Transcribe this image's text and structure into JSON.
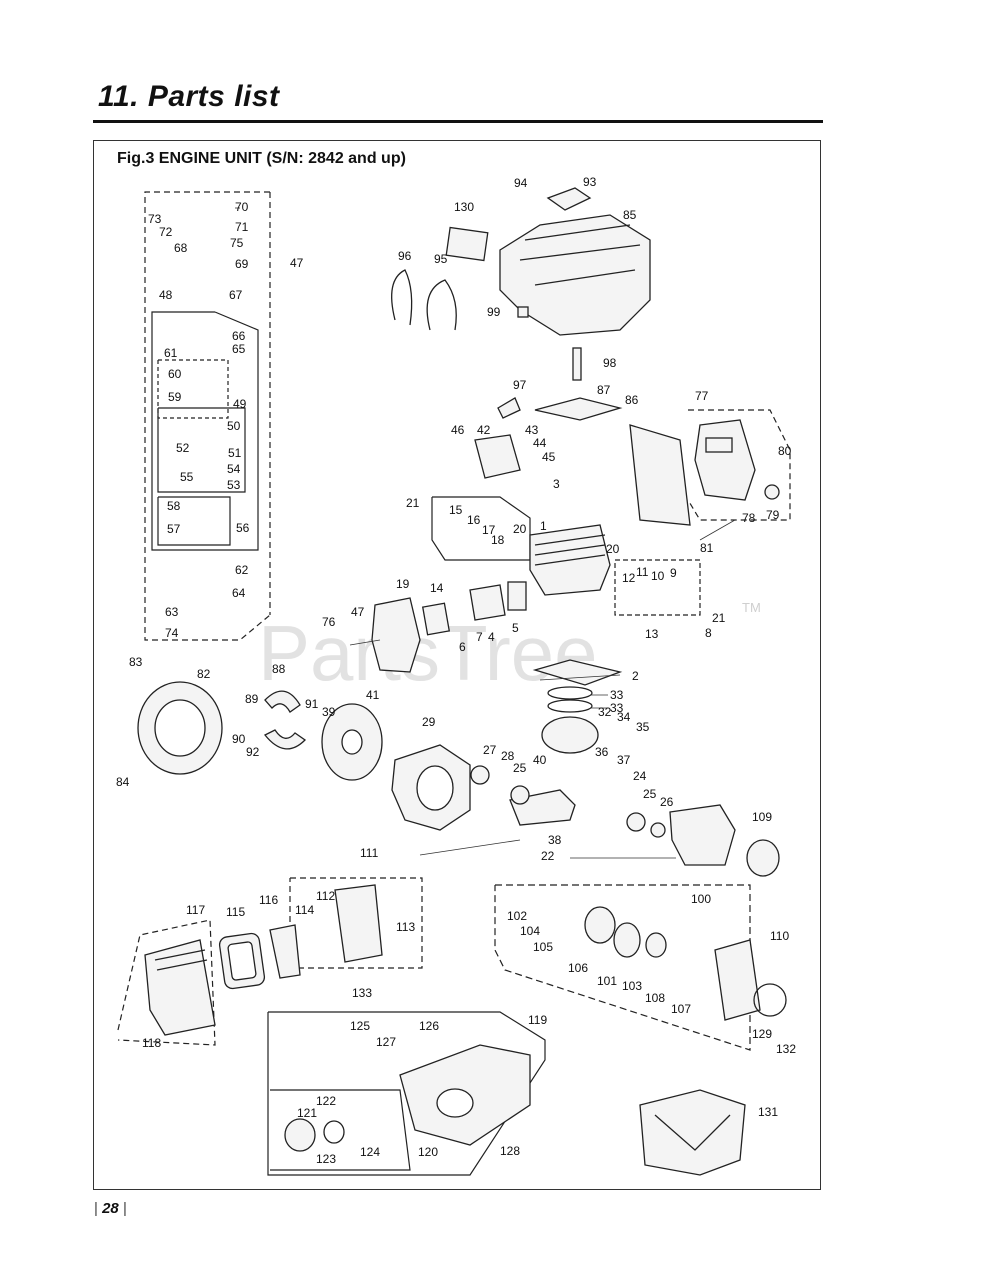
{
  "header": {
    "title": "11. Parts list"
  },
  "figure": {
    "caption": "Fig.3 ENGINE UNIT  (S/N: 2842 and up)",
    "watermark": "PartsTree",
    "watermark_tm": "TM",
    "labels": [
      "1",
      "2",
      "3",
      "4",
      "5",
      "6",
      "7",
      "8",
      "9",
      "10",
      "11",
      "12",
      "13",
      "14",
      "15",
      "16",
      "17",
      "18",
      "19",
      "20",
      "20",
      "21",
      "21",
      "22",
      "24",
      "25",
      "25",
      "26",
      "27",
      "28",
      "29",
      "32",
      "33",
      "33",
      "34",
      "35",
      "36",
      "37",
      "38",
      "39",
      "40",
      "41",
      "42",
      "43",
      "44",
      "45",
      "46",
      "47",
      "47",
      "48",
      "49",
      "50",
      "51",
      "52",
      "53",
      "54",
      "55",
      "56",
      "57",
      "58",
      "59",
      "60",
      "61",
      "62",
      "63",
      "64",
      "65",
      "66",
      "67",
      "68",
      "69",
      "70",
      "71",
      "72",
      "73",
      "74",
      "75",
      "76",
      "77",
      "78",
      "79",
      "80",
      "81",
      "82",
      "83",
      "84",
      "85",
      "86",
      "87",
      "88",
      "89",
      "90",
      "91",
      "92",
      "93",
      "94",
      "95",
      "96",
      "97",
      "98",
      "99",
      "100",
      "101",
      "102",
      "103",
      "104",
      "105",
      "106",
      "107",
      "108",
      "109",
      "110",
      "111",
      "112",
      "113",
      "114",
      "115",
      "116",
      "117",
      "118",
      "119",
      "120",
      "121",
      "122",
      "123",
      "124",
      "125",
      "126",
      "127",
      "128",
      "129",
      "130",
      "131",
      "132",
      "133"
    ]
  },
  "footer": {
    "page_number": "28"
  },
  "colors": {
    "ink": "#111111",
    "rule": "#111111",
    "watermark": "#e2e2e2",
    "frame": "#333333"
  }
}
